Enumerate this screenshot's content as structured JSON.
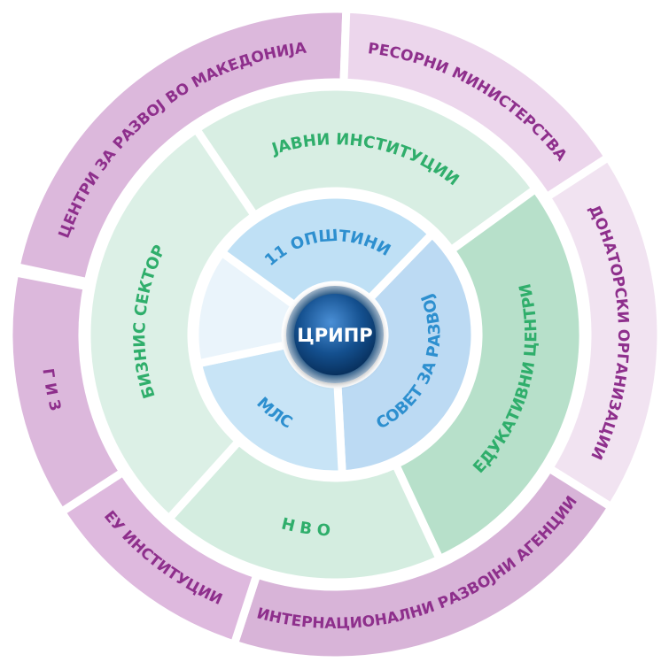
{
  "diagram": {
    "center": {
      "label": "ЦРИПР"
    },
    "inner_ring": [
      {
        "id": "opstini",
        "label": "11 ОПШТИНИ",
        "start": 306,
        "end": 44,
        "color": "#bfe0f5"
      },
      {
        "id": "sovet",
        "label": "СОВЕТ ЗА РАЗВОЈ",
        "start": 44,
        "end": 177,
        "color": "#bcdaf3"
      },
      {
        "id": "mls",
        "label": "МЛС",
        "start": 177,
        "end": 258,
        "color": "#c8e4f6"
      },
      {
        "id": "white1",
        "label": "",
        "start": 258,
        "end": 306,
        "color": "#eaf4fb"
      }
    ],
    "middle_ring": [
      {
        "id": "javni",
        "label": "ЈАВНИ ИНСТИТУЦИИ",
        "start": 326,
        "end": 54,
        "color": "#d8eee3"
      },
      {
        "id": "edukativni",
        "label": "ЕДУКАТИВНИ ЦЕНТРИ",
        "start": 54,
        "end": 155,
        "color": "#b7e0ca"
      },
      {
        "id": "nvo",
        "label": "Н В О",
        "start": 155,
        "end": 222,
        "color": "#d4ede0"
      },
      {
        "id": "biznis",
        "label": "БИЗНИС СЕКТОР",
        "start": 222,
        "end": 326,
        "color": "#dcf0e6"
      }
    ],
    "outer_ring": [
      {
        "id": "centri",
        "label": "ЦЕНТРИ ЗА РАЗВОЈ ВО МАКЕДОНИЈА",
        "start": 282,
        "end": 2,
        "color": "#dcb8dc"
      },
      {
        "id": "resorni",
        "label": "РЕСОРНИ МИНИСТЕРСТВА",
        "start": 2,
        "end": 57,
        "color": "#ecd6ec"
      },
      {
        "id": "donatorski",
        "label": "ДОНАТОРСКИ ОРГАНИЗАЦИИ",
        "start": 57,
        "end": 122,
        "color": "#f1e3f1"
      },
      {
        "id": "internacionalni",
        "label": "ИНТЕРНАЦИОНАЛНИ РАЗВОЈНИ АГЕНЦИИ",
        "start": 122,
        "end": 198,
        "color": "#d8b4d8"
      },
      {
        "id": "eu",
        "label": "ЕУ ИНСТИТУЦИИ",
        "start": 198,
        "end": 237,
        "color": "#deb9de"
      },
      {
        "id": "giz",
        "label": "Г И З",
        "start": 237,
        "end": 281,
        "color": "#dcb8dc"
      }
    ]
  },
  "colors": {
    "outer_text": "#8e2f8c",
    "middle_text": "#2fae6b",
    "inner_text": "#2d8fcf",
    "hub_text": "#ffffff"
  }
}
